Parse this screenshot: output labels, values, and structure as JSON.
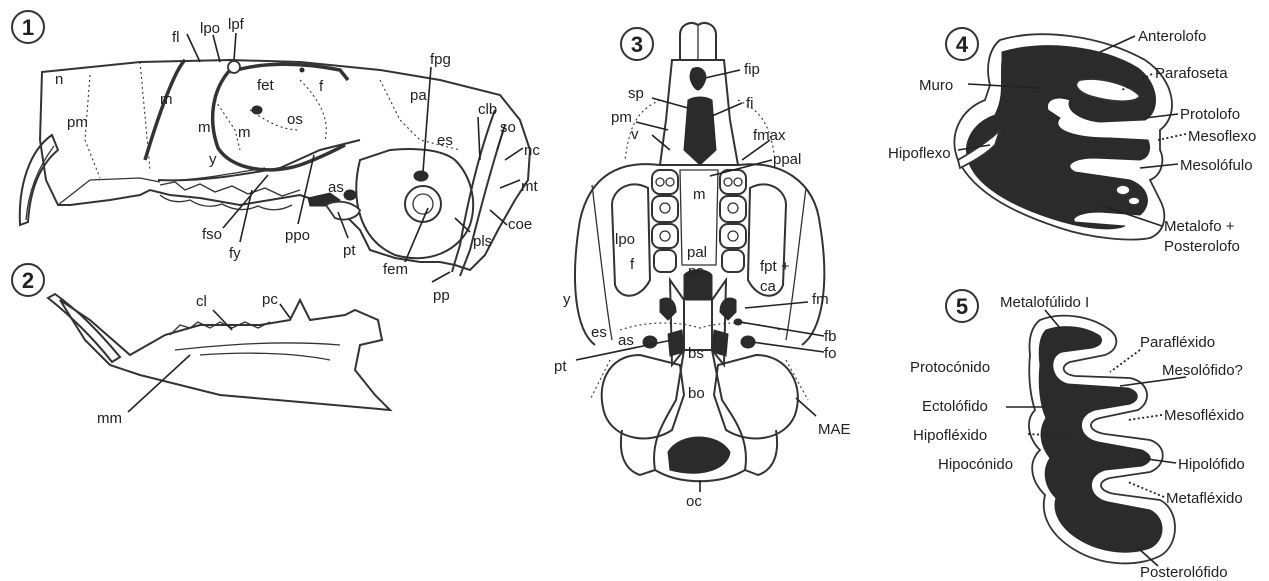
{
  "panels": {
    "p1": {
      "number": "1",
      "labels": {
        "n": "n",
        "pm": "pm",
        "fl": "fl",
        "lpo": "lpo",
        "lpf": "lpf",
        "fet": "fet",
        "f": "f",
        "m1": "m",
        "m2": "m",
        "m3": "m",
        "os": "os",
        "y": "y",
        "pa": "pa",
        "fpg": "fpg",
        "clb": "clb",
        "so": "so",
        "es": "es",
        "nc": "nc",
        "mt": "mt",
        "coe": "coe",
        "as": "as",
        "fso": "fso",
        "fy": "fy",
        "ppo": "ppo",
        "pt": "pt",
        "pls": "pls",
        "fem": "fem",
        "pp": "pp"
      }
    },
    "p2": {
      "number": "2",
      "labels": {
        "cl": "cl",
        "pc": "pc",
        "mm": "mm"
      }
    },
    "p3": {
      "number": "3",
      "labels": {
        "fip": "fip",
        "sp": "sp",
        "fi": "fi",
        "pm": "pm",
        "v": "v",
        "fmax": "fmax",
        "ppal": "ppal",
        "m": "m",
        "lpo": "lpo",
        "pal": "pal",
        "f": "f",
        "ps": "ps",
        "fpt": "fpt +",
        "ca": "ca",
        "fm": "fm",
        "y": "y",
        "es": "es",
        "as": "as",
        "fb": "fb",
        "fo": "fo",
        "pt": "pt",
        "bs": "bs",
        "bo": "bo",
        "MAE": "MAE",
        "oc": "oc"
      }
    },
    "p4": {
      "number": "4",
      "labels": {
        "anterolofo": "Anterolofo",
        "muro": "Muro",
        "parafoseta": "Parafoseta",
        "protolofo": "Protolofo",
        "mesoflexo": "Mesoflexo",
        "hipoflexo": "Hipoflexo",
        "mesolofulo": "Mesolófulo",
        "metalofo_1": "Metalofo +",
        "metalofo_2": "Posterolofo"
      }
    },
    "p5": {
      "number": "5",
      "labels": {
        "metalofulido": "Metalofúlido I",
        "paraflexido": "Parafléxido",
        "protoconido": "Protocónido",
        "mesolofido": "Mesolófido?",
        "ectolofido": "Ectolófido",
        "mesoflexido": "Mesofléxido",
        "hipoflexido": "Hipofléxido",
        "hipoconido": "Hipocónido",
        "hipolofido": "Hipolófido",
        "metaflexido": "Metafléxido",
        "posterolofido": "Posterolófido"
      }
    }
  }
}
